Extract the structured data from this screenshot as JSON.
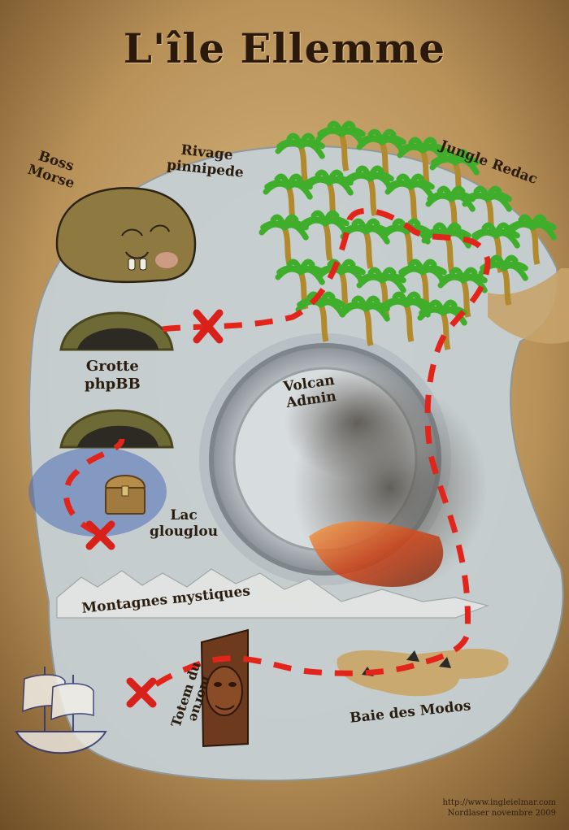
{
  "title": "L'île Ellemme",
  "locations": {
    "boss_morse": [
      "Boss",
      "Morse"
    ],
    "rivage": [
      "Rivage",
      "pinnipede"
    ],
    "jungle": "Jungle Redac",
    "grotte": [
      "Grotte",
      "phpBB"
    ],
    "volcan": [
      "Volcan",
      "Admin"
    ],
    "lac": [
      "Lac",
      "glouglou"
    ],
    "montagnes": "Montagnes mystiques",
    "totem": [
      "Totem du",
      "morue"
    ],
    "baie": "Baie des Modos"
  },
  "credit": {
    "url": "http://www.ingleielmar.com",
    "author": "Nordlaser novembre 2009"
  },
  "colors": {
    "parchment": "#b8925a",
    "island": "#c3ccd0",
    "path": "#e3241b",
    "cross": "#d8211a",
    "jungle": "#3fae2a"
  }
}
